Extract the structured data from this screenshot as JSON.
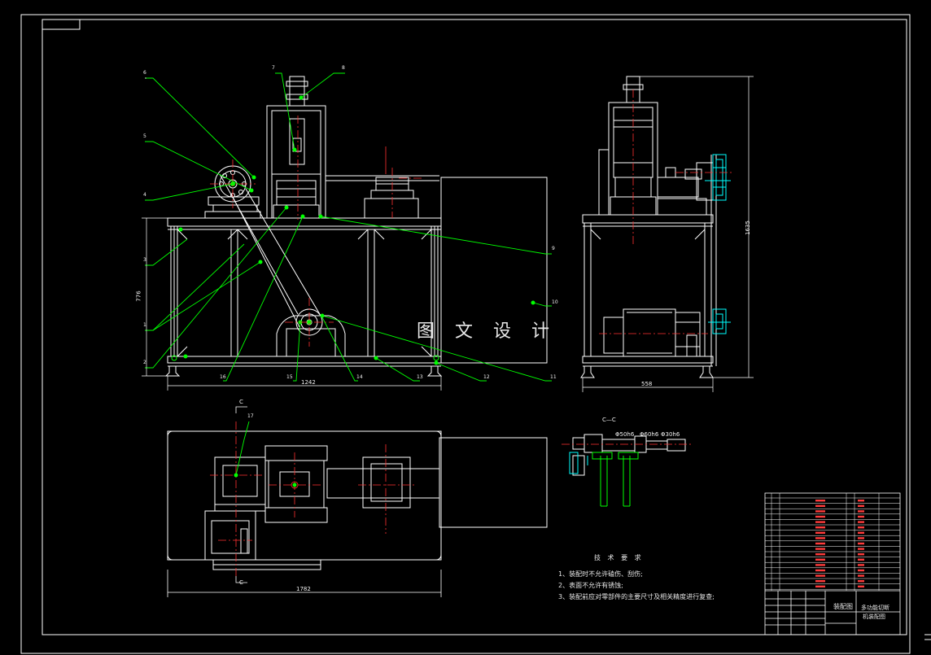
{
  "watermark": "图 文 设 计",
  "technical_requirements": {
    "title": "技 术 要 求",
    "items": [
      "1、装配时不允许磕伤、刮伤;",
      "2、表面不允许有锈蚀;",
      "3、装配前应对零部件的主要尺寸及相关精度进行复查;"
    ]
  },
  "title_block": {
    "drawing_type": "装配图",
    "name_line1": "多功能切断",
    "name_line2": "机装配图"
  },
  "section_label": "C—C",
  "section_marks": [
    "C",
    "C"
  ],
  "dimensions": {
    "overall_width_front": "1242",
    "height_front": "776",
    "side_width": "558",
    "side_height": "1635",
    "plan_width": "1782",
    "fit_1": "Φ50h6",
    "fit_2": "Φ60h6",
    "fit_3": "Φ30h6"
  },
  "part_numbers": [
    "1",
    "2",
    "3",
    "4",
    "5",
    "6",
    "7",
    "8",
    "9",
    "10",
    "11",
    "12",
    "13",
    "14",
    "15",
    "16",
    "17"
  ],
  "colors": {
    "background": "#000000",
    "frame": "#ffffff",
    "leader": "#00ff00",
    "centerline": "#ff0000",
    "cyan": "#00ffff",
    "dimension": "#ffffff"
  }
}
